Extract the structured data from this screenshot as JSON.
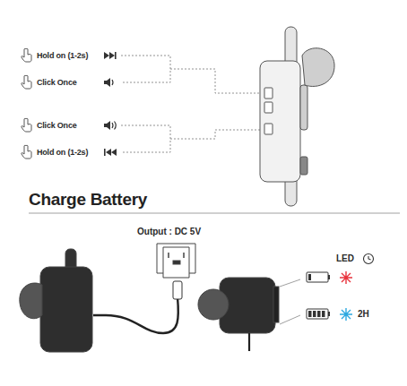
{
  "diagram": {
    "title": "Charge Battery",
    "labels": [
      "Hold on (1-2s)",
      "Click Once",
      "Click Once",
      "Hold on (1-2s)",
      "Output : DC 5V",
      "LED",
      "2H"
    ]
  }
}
